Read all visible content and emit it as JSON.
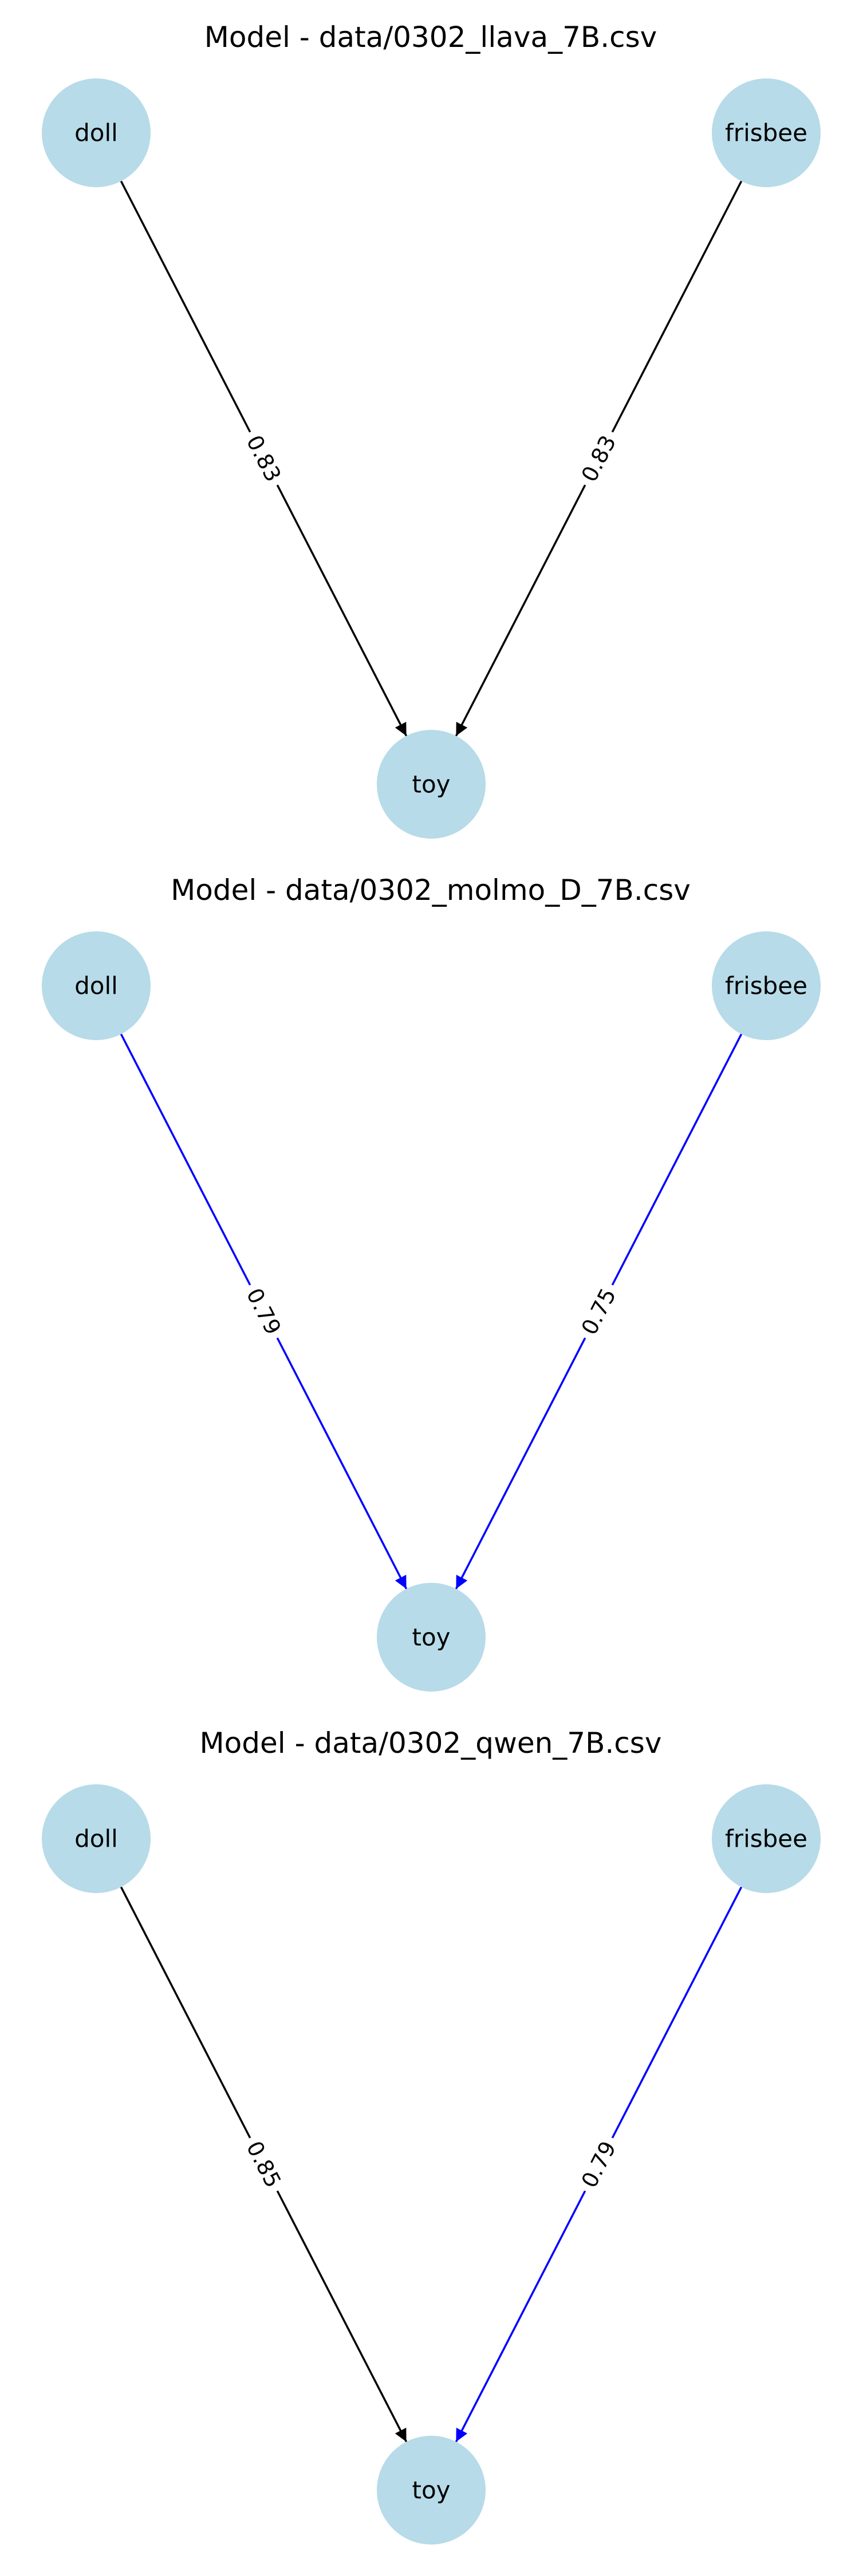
{
  "node_fill": "#b7dbe8",
  "panels": [
    {
      "title": "Model - data/0302_llava_7B.csv",
      "nodes": {
        "doll": "doll",
        "frisbee": "frisbee",
        "toy": "toy"
      },
      "edges": [
        {
          "from": "doll",
          "to": "toy",
          "weight": "0.83",
          "color": "#000000"
        },
        {
          "from": "frisbee",
          "to": "toy",
          "weight": "0.83",
          "color": "#000000"
        }
      ]
    },
    {
      "title": "Model - data/0302_molmo_D_7B.csv",
      "nodes": {
        "doll": "doll",
        "frisbee": "frisbee",
        "toy": "toy"
      },
      "edges": [
        {
          "from": "doll",
          "to": "toy",
          "weight": "0.79",
          "color": "#0000ff"
        },
        {
          "from": "frisbee",
          "to": "toy",
          "weight": "0.75",
          "color": "#0000ff"
        }
      ]
    },
    {
      "title": "Model - data/0302_qwen_7B.csv",
      "nodes": {
        "doll": "doll",
        "frisbee": "frisbee",
        "toy": "toy"
      },
      "edges": [
        {
          "from": "doll",
          "to": "toy",
          "weight": "0.85",
          "color": "#000000"
        },
        {
          "from": "frisbee",
          "to": "toy",
          "weight": "0.79",
          "color": "#0000ff"
        }
      ]
    }
  ]
}
